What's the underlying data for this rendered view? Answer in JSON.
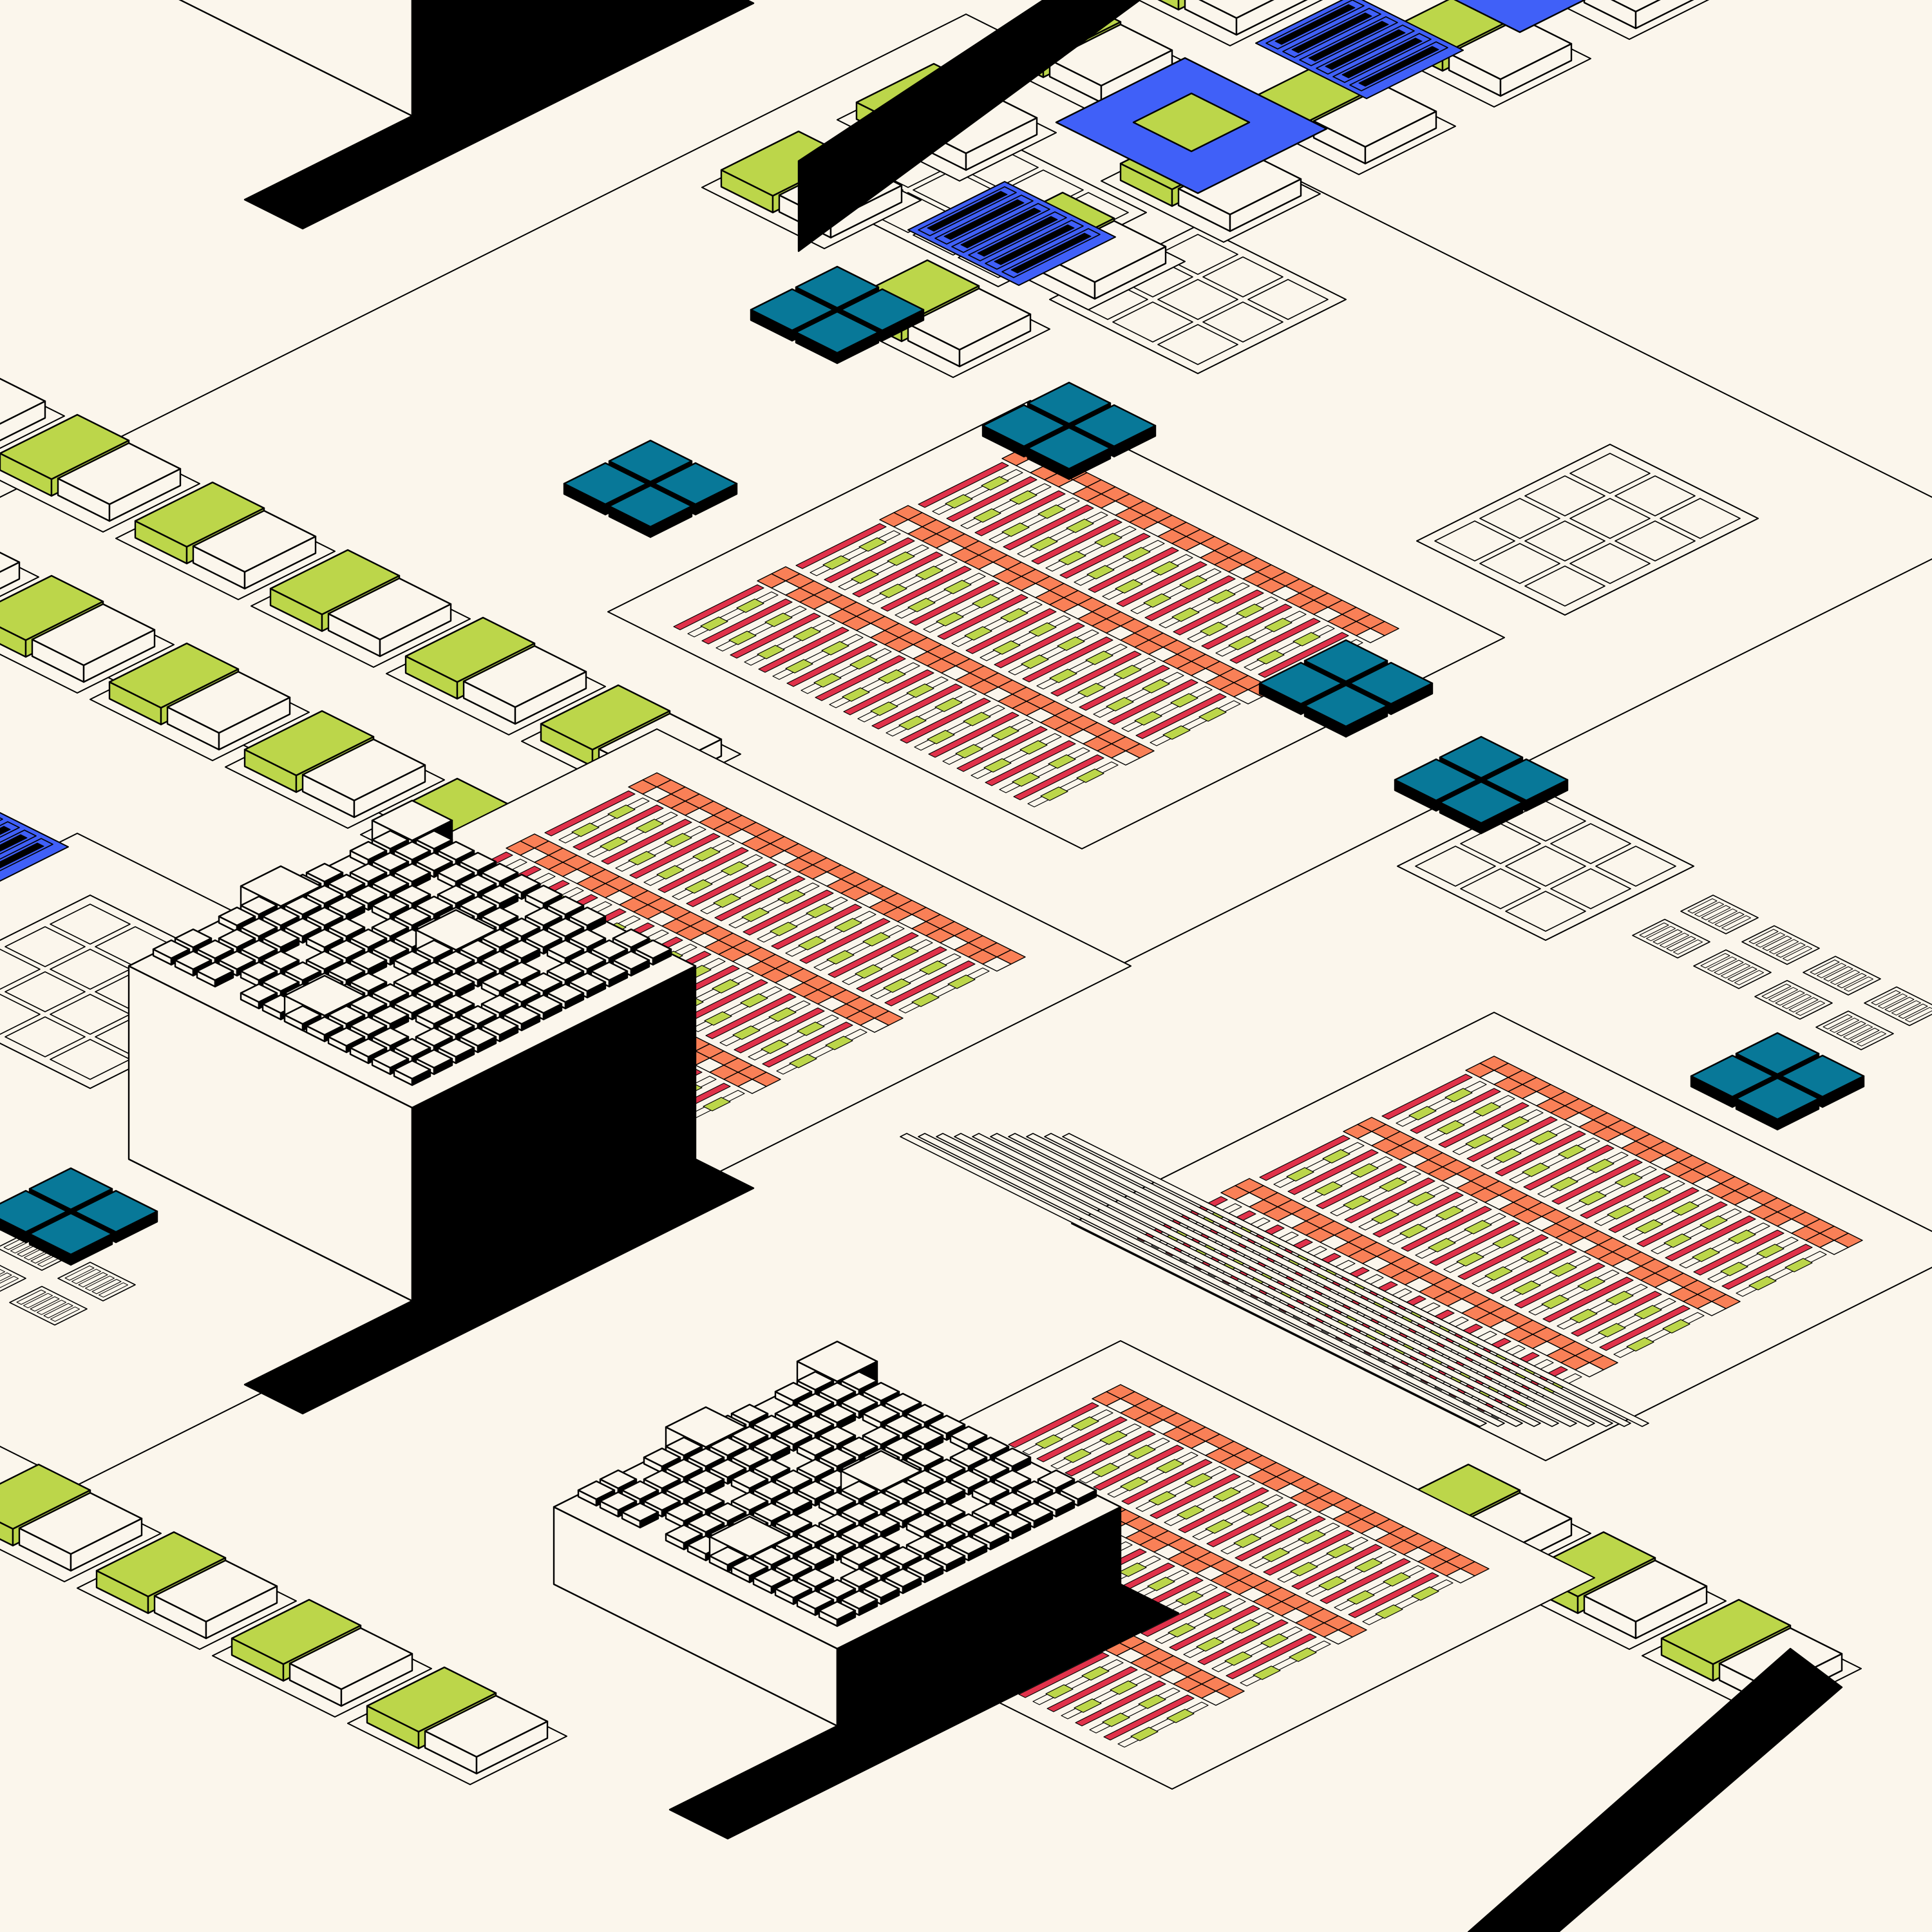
{
  "palette": {
    "background": "#fbf6ec",
    "stroke": "#000000",
    "cream": "#fbf6ec",
    "lime": "#bcd64a",
    "blue": "#4060f8",
    "teal": "#087898",
    "coral": "#f98057",
    "red": "#e0324a",
    "black": "#000000"
  },
  "regions": [
    {
      "kind": "tower",
      "label": "cream-tower-top-left"
    },
    {
      "kind": "tower",
      "label": "cream-tower-bottom-left"
    },
    {
      "kind": "tower",
      "label": "cream-tower-bottom-center"
    },
    {
      "kind": "circuit-panel",
      "label": "orange-lime-panel-center-top"
    },
    {
      "kind": "circuit-panel",
      "label": "orange-lime-panel-center-left"
    },
    {
      "kind": "circuit-panel",
      "label": "orange-lime-panel-lower-right-a"
    },
    {
      "kind": "circuit-panel",
      "label": "orange-lime-panel-lower-right-b"
    },
    {
      "kind": "block-band",
      "label": "green-blue-band-upper-left"
    },
    {
      "kind": "block-band",
      "label": "green-blue-band-upper-right"
    },
    {
      "kind": "teal-cluster",
      "label": "teal-squares"
    },
    {
      "kind": "grid-board",
      "label": "light-grid-boards"
    }
  ]
}
